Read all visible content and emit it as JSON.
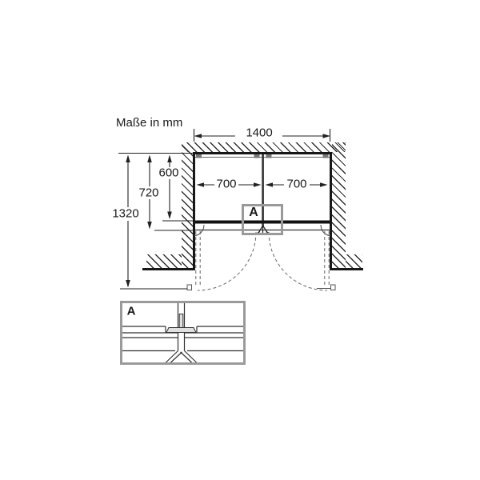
{
  "title": "Maße in mm",
  "dimensions": {
    "niche_width": "1400",
    "door_left_width": "700",
    "door_right_width": "700",
    "depth_appliance": "600",
    "depth_with_door": "720",
    "depth_door_open": "1320"
  },
  "detail": {
    "callout_label": "A",
    "view_label": "A"
  },
  "colors": {
    "line": "#171717",
    "callout_gray": "#9a9a9a",
    "dashed": "#666666",
    "hatch": "#2e2e2e"
  }
}
